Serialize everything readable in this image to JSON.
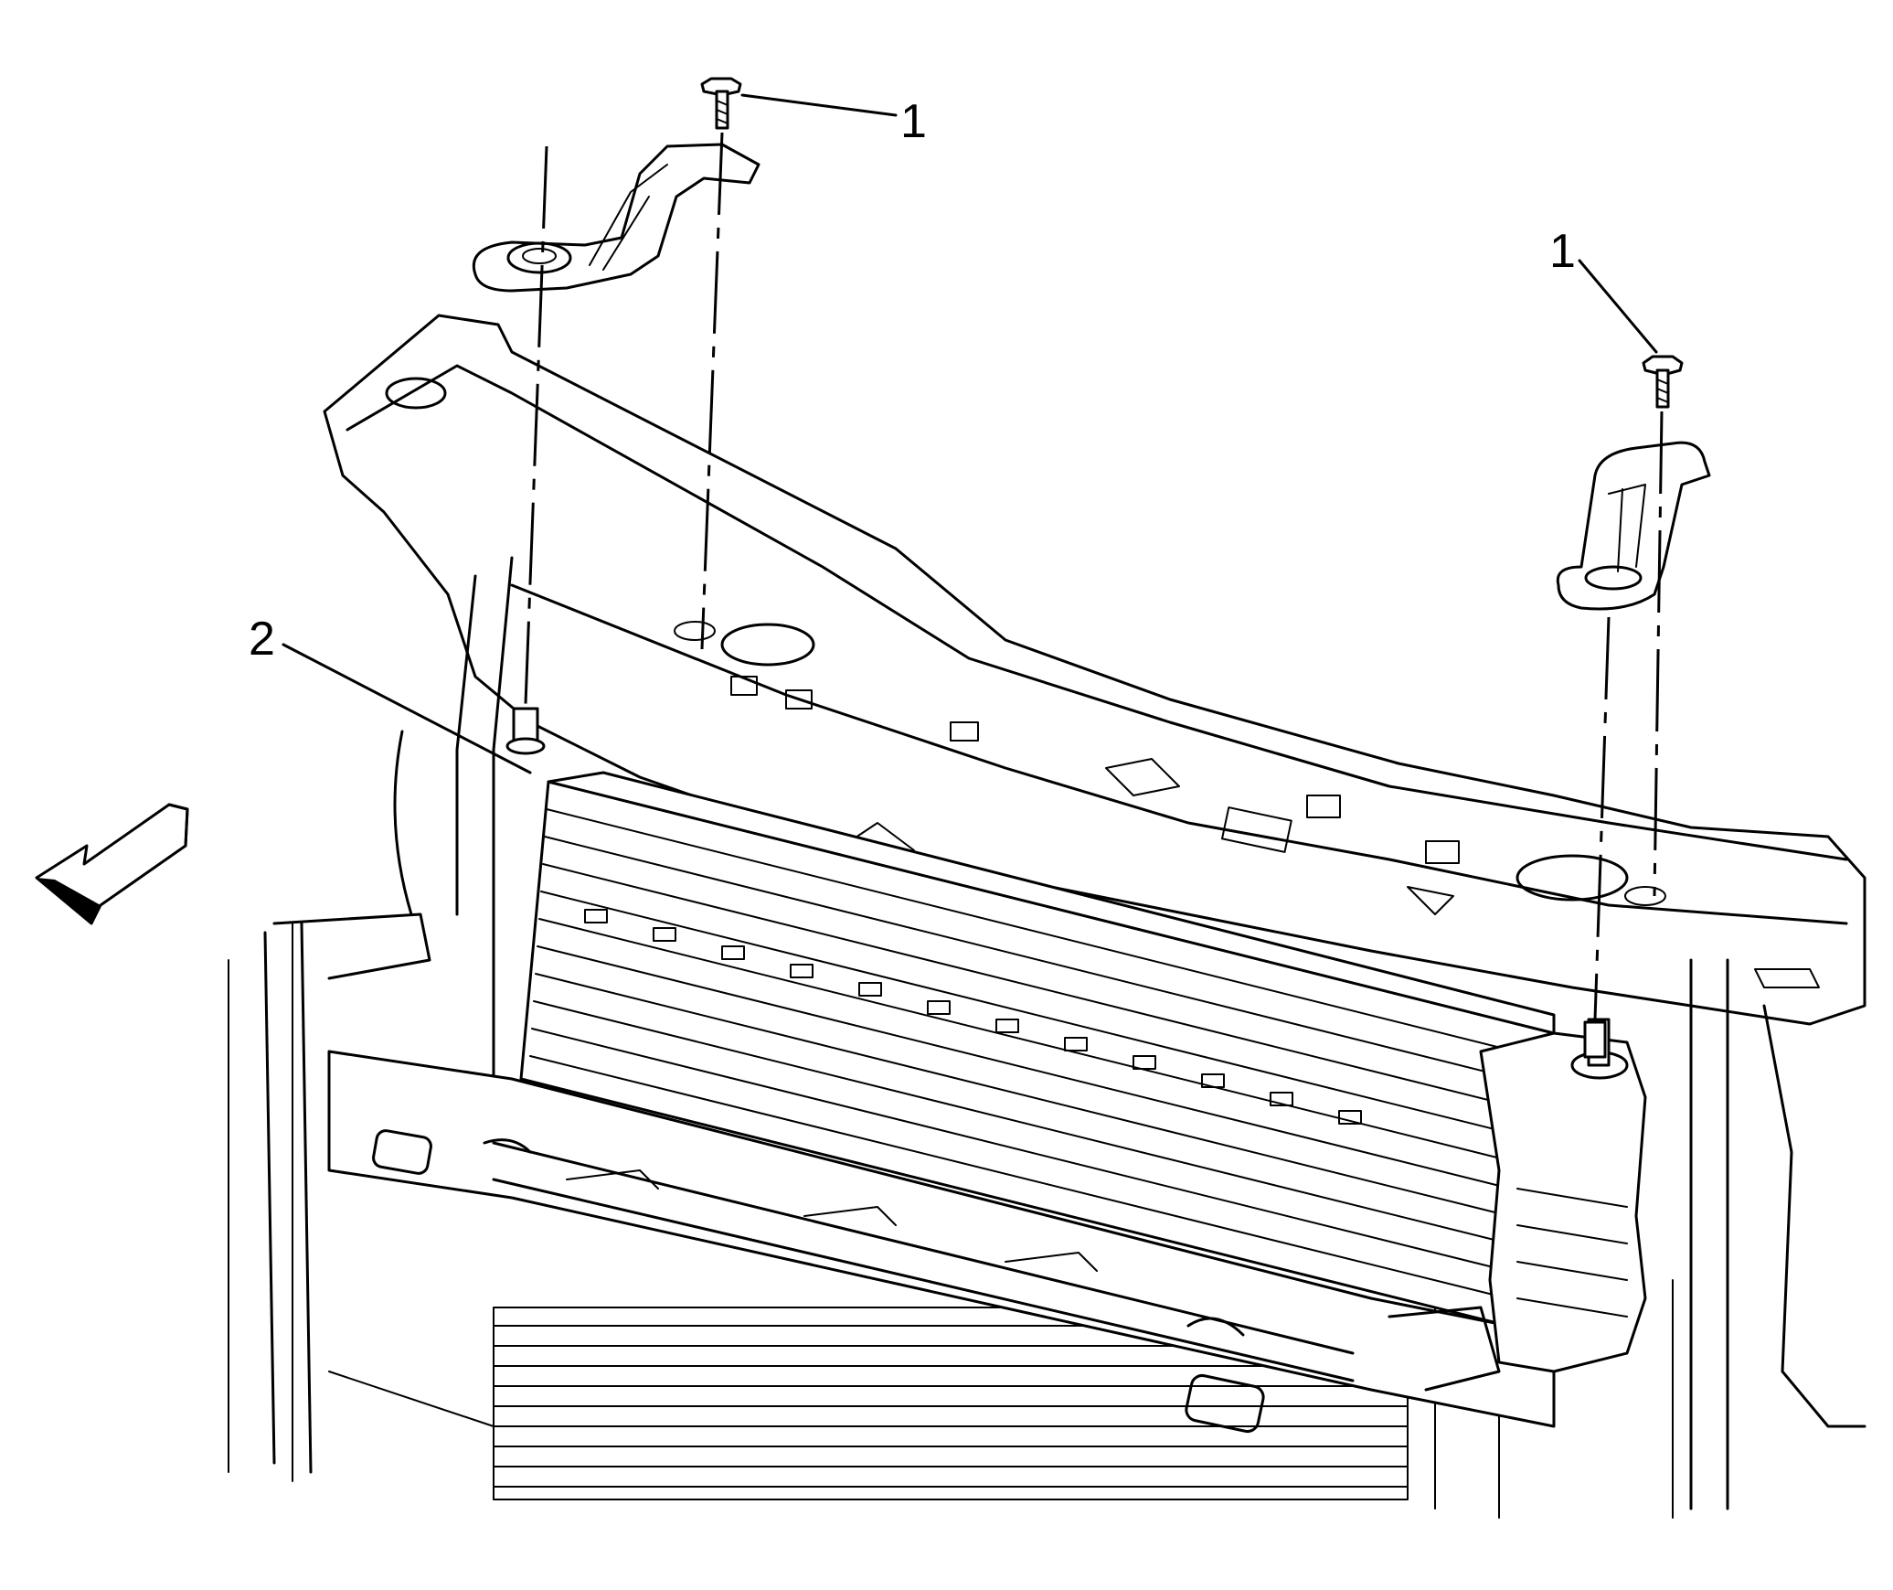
{
  "callouts": [
    {
      "id": "fastener-top",
      "label": "1"
    },
    {
      "id": "fastener-right",
      "label": "1"
    },
    {
      "id": "bracket",
      "label": "2"
    }
  ],
  "icons": {
    "direction_arrow": "front-direction-arrow-icon"
  },
  "colors": {
    "line": "#000000",
    "background": "#ffffff"
  }
}
